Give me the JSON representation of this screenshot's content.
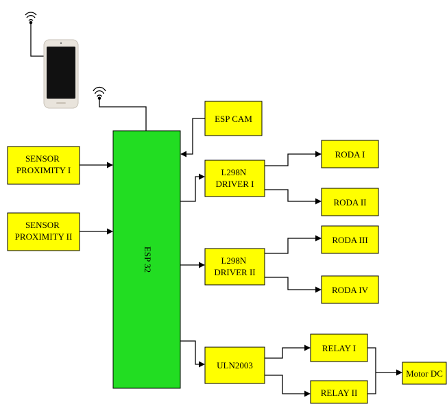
{
  "colors": {
    "block_fill": "#ffff00",
    "mcu_fill": "#22dd22",
    "line": "#000000",
    "phone_screen": "#111111",
    "phone_body": "#e9e4dc"
  },
  "icons": [
    "wifi-signal-icon",
    "smartphone-icon"
  ],
  "blocks": {
    "esp32": "ESP 32",
    "esp_cam": "ESP CAM",
    "sensor_1": [
      "SENSOR",
      "PROXIMITY I"
    ],
    "sensor_2": [
      "SENSOR",
      "PROXIMITY II"
    ],
    "driver_1": [
      "L298N",
      "DRIVER I"
    ],
    "driver_2": [
      "L298N",
      "DRIVER II"
    ],
    "roda_1": "RODA I",
    "roda_2": "RODA II",
    "roda_3": "RODA III",
    "roda_4": "RODA IV",
    "uln": "ULN2003",
    "relay_1": "RELAY I",
    "relay_2": "RELAY II",
    "motor": "Motor DC"
  }
}
